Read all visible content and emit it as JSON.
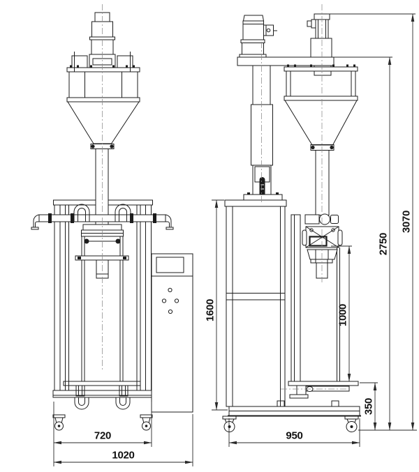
{
  "drawing": {
    "dimensions": {
      "front_base_width": "720",
      "front_overall_width": "1020",
      "side_base_width": "950",
      "frame_height": "1600",
      "bag_drop_height": "1000",
      "base_height": "350",
      "beam_height": "2750",
      "overall_height": "3070"
    },
    "colors": {
      "line": "#1c1c1c",
      "dimension": "#2a2a2a",
      "centerline": "#8a8a8a",
      "background": "#ffffff"
    }
  }
}
